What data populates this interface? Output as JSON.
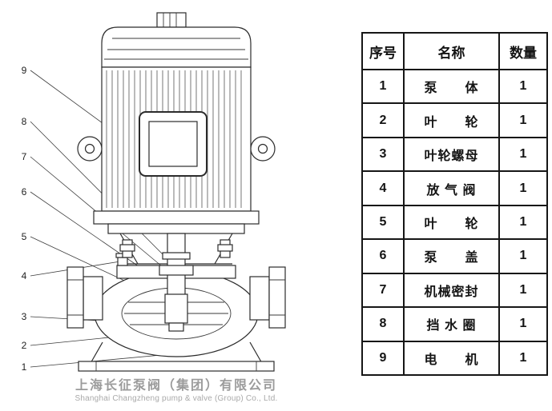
{
  "drawing": {
    "callouts": [
      "9",
      "8",
      "7",
      "6",
      "5",
      "4",
      "3",
      "2",
      "1"
    ]
  },
  "table": {
    "headers": [
      "序号",
      "名称",
      "数量"
    ],
    "rows": [
      {
        "no": "1",
        "name": "泵　　体",
        "qty": "1"
      },
      {
        "no": "2",
        "name": "叶　　轮",
        "qty": "1"
      },
      {
        "no": "3",
        "name": "叶轮螺母",
        "qty": "1"
      },
      {
        "no": "4",
        "name": "放 气 阀",
        "qty": "1"
      },
      {
        "no": "5",
        "name": "叶　　轮",
        "qty": "1"
      },
      {
        "no": "6",
        "name": "泵　　盖",
        "qty": "1"
      },
      {
        "no": "7",
        "name": "机械密封",
        "qty": "1"
      },
      {
        "no": "8",
        "name": "挡 水 圈",
        "qty": "1"
      },
      {
        "no": "9",
        "name": "电　　机",
        "qty": "1"
      }
    ]
  },
  "footer": {
    "company_cn": "上海长征泵阀（集团）有限公司",
    "company_en": "Shanghai Changzheng pump & valve (Group) Co., Ltd."
  }
}
